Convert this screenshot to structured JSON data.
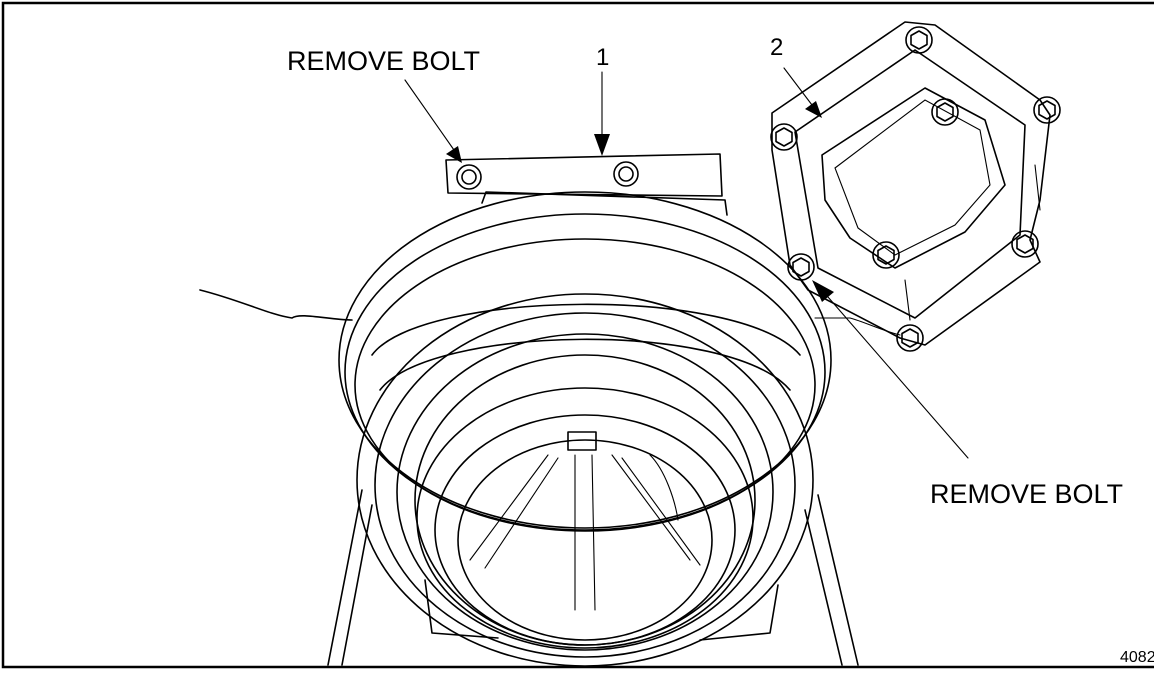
{
  "callouts": {
    "remove_bolt_left": "REMOVE BOLT",
    "remove_bolt_right": "REMOVE BOLT",
    "item_1": "1",
    "item_2": "2"
  },
  "figure_number": "4082"
}
